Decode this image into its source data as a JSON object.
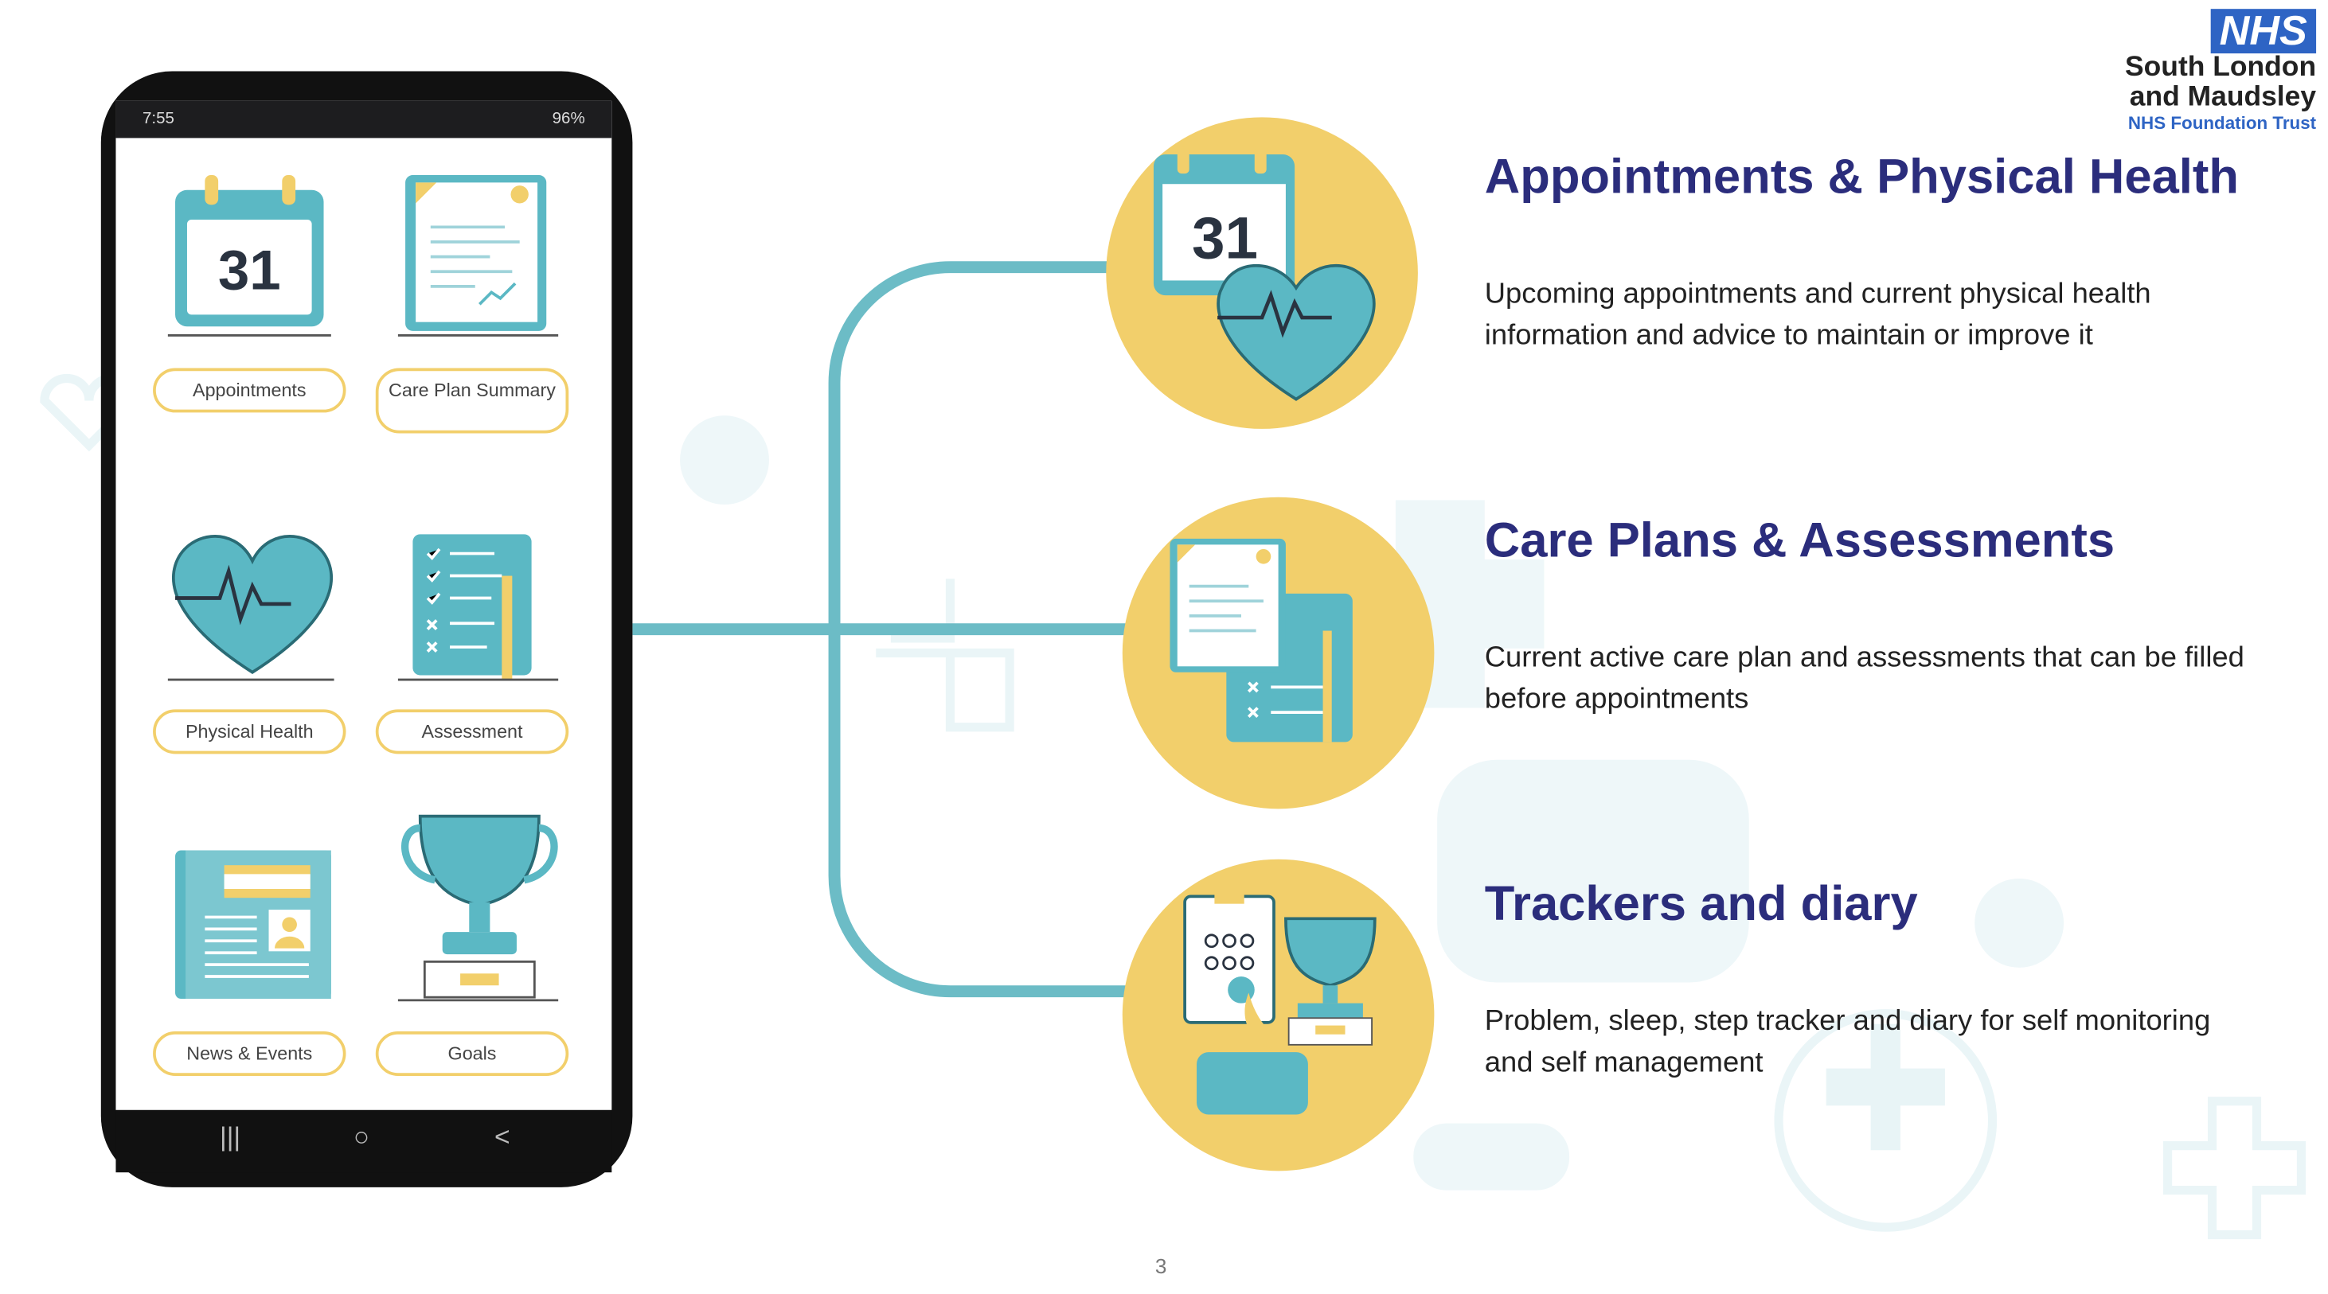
{
  "logo": {
    "nhs": "NHS",
    "line1": "South London",
    "line2": "and Maudsley",
    "line3": "NHS Foundation Trust"
  },
  "phone": {
    "status": {
      "time": "7:55",
      "battery": "96%"
    },
    "tiles": [
      {
        "label": "Appointments",
        "icon": "calendar-icon",
        "number": "31"
      },
      {
        "label": "Care Plan Summary",
        "icon": "document-icon"
      },
      {
        "label": "Physical Health",
        "icon": "heart-icon"
      },
      {
        "label": "Assessment",
        "icon": "checklist-icon"
      },
      {
        "label": "News & Events",
        "icon": "newspaper-icon"
      },
      {
        "label": "Goals",
        "icon": "trophy-icon"
      }
    ],
    "nav": {
      "recent": "|||",
      "home": "○",
      "back": "<"
    }
  },
  "sections": [
    {
      "title": "Appointments & Physical Health",
      "description": "Upcoming appointments and current physical health information and advice to maintain or improve it",
      "calendar_number": "31"
    },
    {
      "title": "Care Plans & Assessments",
      "description": "Current active care plan and assessments that can be filled before appointments"
    },
    {
      "title": "Trackers and diary",
      "description": "Problem, sleep, step tracker and diary for self monitoring and self management"
    }
  ],
  "page_number": "3",
  "colors": {
    "teal": "#5bb8c4",
    "yellow": "#f2cf6b",
    "navy": "#2b2d7c"
  }
}
